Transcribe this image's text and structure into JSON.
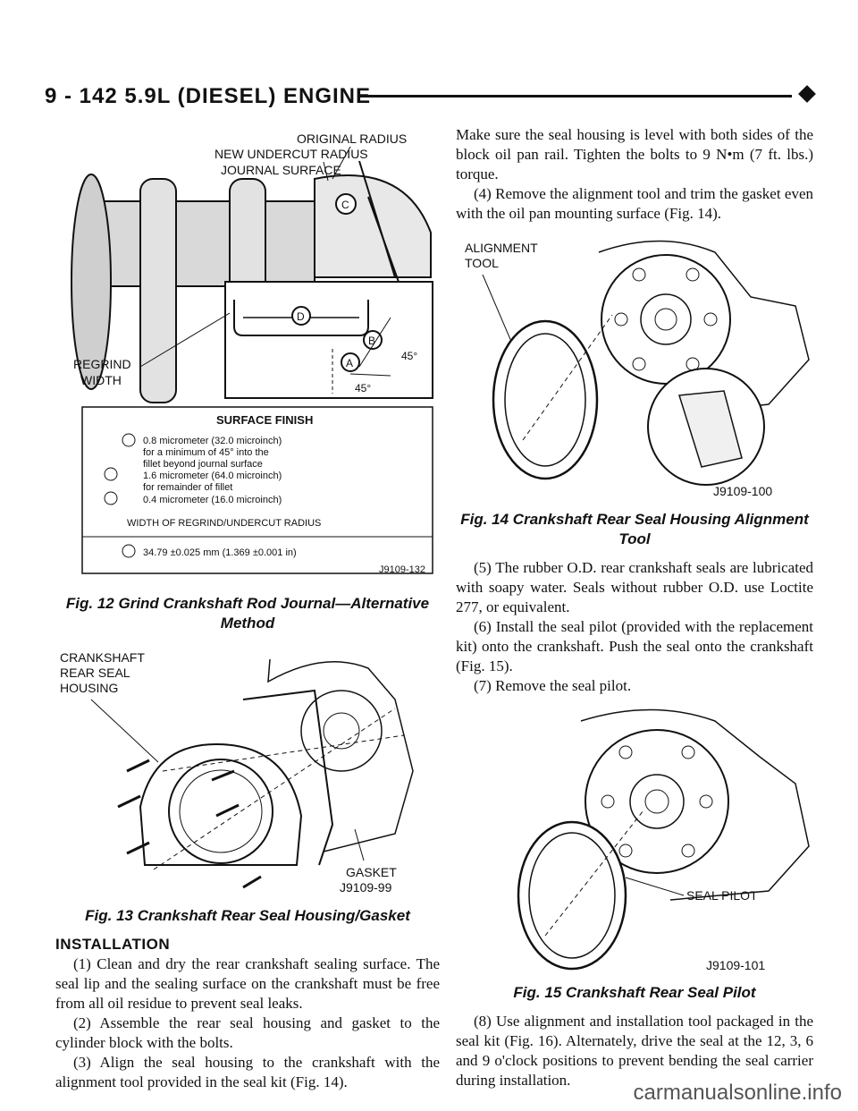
{
  "header": {
    "title": "9 - 142  5.9L (DIESEL) ENGINE"
  },
  "fig12": {
    "labels": {
      "original_radius": "ORIGINAL RADIUS",
      "new_undercut": "NEW UNDERCUT RADIUS",
      "journal_surface": "JOURNAL SURFACE",
      "regrind": "REGRIND",
      "width": "WIDTH",
      "c": "C",
      "d": "D",
      "b": "B",
      "a": "A",
      "angle1": "45°",
      "angle2": "45°"
    },
    "table": {
      "heading": "SURFACE FINISH",
      "a_line1": "0.8 micrometer (32.0 microinch)",
      "a_line2": "for a minimum of 45° into the",
      "a_line3": "fillet beyond journal surface",
      "b_line1": "1.6 micrometer (64.0 microinch)",
      "b_line2": "for remainder of fillet",
      "c_line1": "0.4 micrometer (16.0 microinch)",
      "width_heading": "WIDTH OF REGRIND/UNDERCUT RADIUS",
      "d_line": "34.79 ±0.025 mm (1.369 ±0.001 in)"
    },
    "code": "J9109-132",
    "caption": "Fig. 12 Grind Crankshaft Rod Journal—Alternative Method"
  },
  "fig13": {
    "label_housing": [
      "CRANKSHAFT",
      "REAR SEAL",
      "HOUSING"
    ],
    "label_gasket": "GASKET",
    "code": "J9109-99",
    "caption": "Fig. 13 Crankshaft Rear Seal Housing/Gasket"
  },
  "installation": {
    "heading": "INSTALLATION",
    "p1": "(1) Clean and dry the rear crankshaft sealing surface. The seal lip and the sealing surface on the crankshaft must be free from all oil residue to prevent seal leaks.",
    "p2": "(2) Assemble the rear seal housing and gasket to the cylinder block with the bolts.",
    "p3": "(3) Align the seal housing to the crankshaft with the alignment tool provided in the seal kit (Fig. 14)."
  },
  "right": {
    "p0": "Make sure the seal housing is level with both sides of the block oil pan rail. Tighten the bolts to 9 N•m (7 ft. lbs.) torque.",
    "p4": "(4) Remove the alignment tool and trim the gasket even with the oil pan mounting surface (Fig. 14).",
    "p5": "(5) The rubber O.D. rear crankshaft seals are lubricated with soapy water. Seals without rubber O.D. use Loctite 277, or equivalent.",
    "p6": "(6) Install the seal pilot (provided with the replacement kit) onto the crankshaft. Push the seal onto the crankshaft (Fig. 15).",
    "p7": "(7) Remove the seal pilot.",
    "p8": "(8) Use alignment and installation tool packaged in the seal kit (Fig. 16). Alternately, drive the seal at the 12, 3, 6 and 9 o'clock positions to prevent bending the seal carrier during installation."
  },
  "fig14": {
    "label": [
      "ALIGNMENT",
      "TOOL"
    ],
    "code": "J9109-100",
    "caption": "Fig. 14 Crankshaft Rear Seal Housing Alignment Tool"
  },
  "fig15": {
    "label": "SEAL PILOT",
    "code": "J9109-101",
    "caption": "Fig. 15 Crankshaft Rear Seal Pilot"
  },
  "footer": {
    "watermark": "carmanualsonline.info"
  }
}
